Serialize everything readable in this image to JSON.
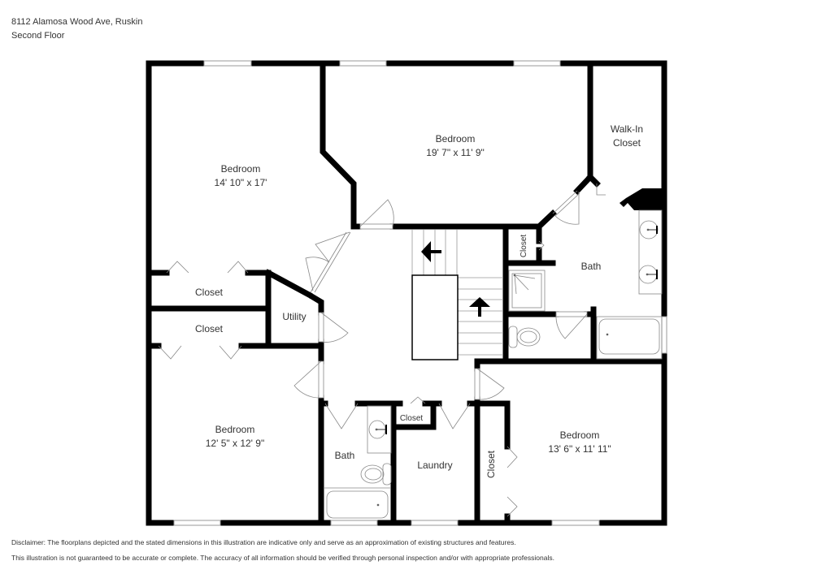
{
  "header": {
    "address": "8112 Alamosa Wood Ave, Ruskin",
    "floor": "Second Floor"
  },
  "rooms": [
    {
      "id": "bedroom-1",
      "name": "Bedroom",
      "dims": "14' 10\" x 17'"
    },
    {
      "id": "bedroom-2",
      "name": "Bedroom",
      "dims": "19' 7\" x 11' 9\""
    },
    {
      "id": "walk-in-closet",
      "name_line1": "Walk-In",
      "name_line2": "Closet"
    },
    {
      "id": "closet-bed1",
      "name": "Closet"
    },
    {
      "id": "closet-bed3",
      "name": "Closet"
    },
    {
      "id": "utility",
      "name": "Utility"
    },
    {
      "id": "closet-master-bath",
      "name": "Closet"
    },
    {
      "id": "master-bath",
      "name": "Bath"
    },
    {
      "id": "bedroom-3",
      "name": "Bedroom",
      "dims": "12' 5\" x 12' 9\""
    },
    {
      "id": "hall-bath",
      "name": "Bath"
    },
    {
      "id": "hall-closet",
      "name": "Closet"
    },
    {
      "id": "laundry",
      "name": "Laundry"
    },
    {
      "id": "closet-bed4",
      "name": "Closet"
    },
    {
      "id": "bedroom-4",
      "name": "Bedroom",
      "dims": "13' 6\" x 11' 11\""
    }
  ],
  "disclaimer": {
    "line1": "Disclaimer: The floorplans depicted and the stated dimensions in this illustration are indicative only and serve as an approximation of existing structures and features.",
    "line2": "This illustration is not guaranteed to be accurate or complete. The accuracy of all information should be verified through personal inspection and/or with appropriate professionals."
  },
  "colors": {
    "wall": "#000000",
    "fixture_line": "#888888",
    "text": "#333333",
    "background": "#ffffff"
  }
}
